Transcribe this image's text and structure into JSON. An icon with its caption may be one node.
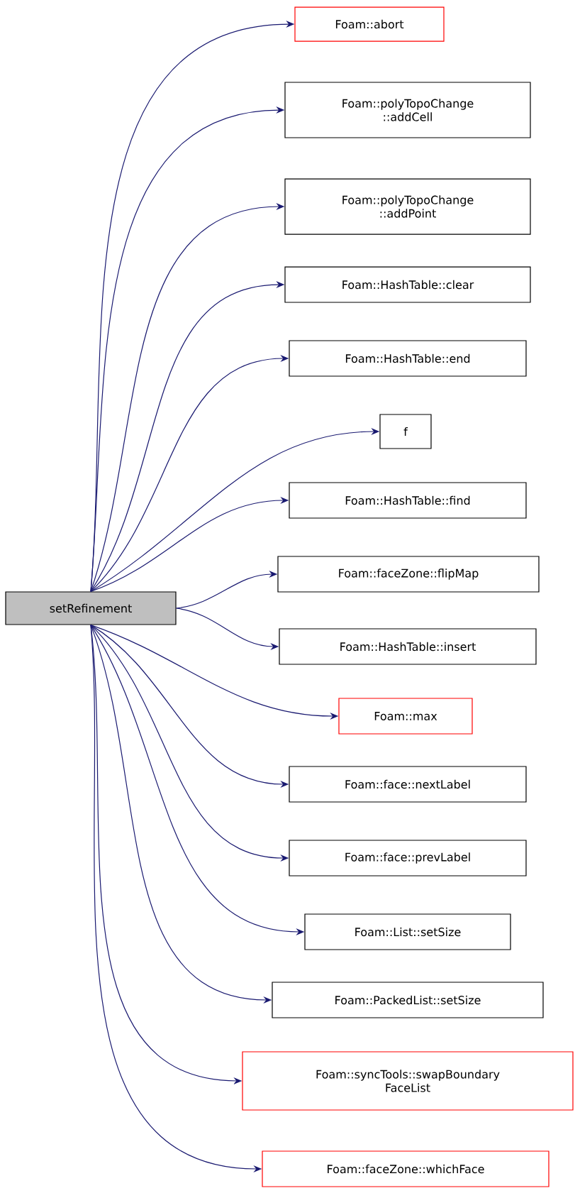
{
  "diagram": {
    "nodes": [
      {
        "text": [
          "setRefinement"
        ]
      },
      {
        "text": [
          "Foam::abort"
        ]
      },
      {
        "text": [
          "Foam::polyTopoChange ::addCell"
        ]
      },
      {
        "text": [
          "Foam::polyTopoChange ::addPoint"
        ]
      },
      {
        "text": [
          "Foam::HashTable::clear"
        ]
      },
      {
        "text": [
          "Foam::HashTable::end"
        ]
      },
      {
        "text": [
          "f"
        ]
      },
      {
        "text": [
          "Foam::HashTable::find"
        ]
      },
      {
        "text": [
          "Foam::faceZone::flipMap"
        ]
      },
      {
        "text": [
          "Foam::HashTable::insert"
        ]
      },
      {
        "text": [
          "Foam::max"
        ]
      },
      {
        "text": [
          "Foam::face::nextLabel"
        ]
      },
      {
        "text": [
          "Foam::face::prevLabel"
        ]
      },
      {
        "text": [
          "Foam::List::setSize"
        ]
      },
      {
        "text": [
          "Foam::PackedList::setSize"
        ]
      },
      {
        "text": [
          "Foam::syncTools::swapBoundary FaceList"
        ]
      },
      {
        "text": [
          "Foam::faceZone::whichFace"
        ]
      }
    ],
    "edges": [
      {
        "from": 0,
        "to": 1,
        "arrow": "to"
      },
      {
        "from": 0,
        "to": 2,
        "arrow": "to"
      },
      {
        "from": 0,
        "to": 3,
        "arrow": "to"
      },
      {
        "from": 0,
        "to": 4,
        "arrow": "to"
      },
      {
        "from": 0,
        "to": 5,
        "arrow": "to"
      },
      {
        "from": 0,
        "to": 6,
        "arrow": "to"
      },
      {
        "from": 0,
        "to": 7,
        "arrow": "to"
      },
      {
        "from": 0,
        "to": 8,
        "arrow": "to"
      },
      {
        "from": 0,
        "to": 9,
        "arrow": "to"
      },
      {
        "from": 0,
        "to": 10,
        "arrow": "to"
      },
      {
        "from": 0,
        "to": 11,
        "arrow": "to"
      },
      {
        "from": 0,
        "to": 12,
        "arrow": "to"
      },
      {
        "from": 0,
        "to": 13,
        "arrow": "to"
      },
      {
        "from": 0,
        "to": 14,
        "arrow": "to"
      },
      {
        "from": 0,
        "to": 15,
        "arrow": "to"
      },
      {
        "from": 0,
        "to": 16,
        "arrow": "to"
      }
    ]
  }
}
